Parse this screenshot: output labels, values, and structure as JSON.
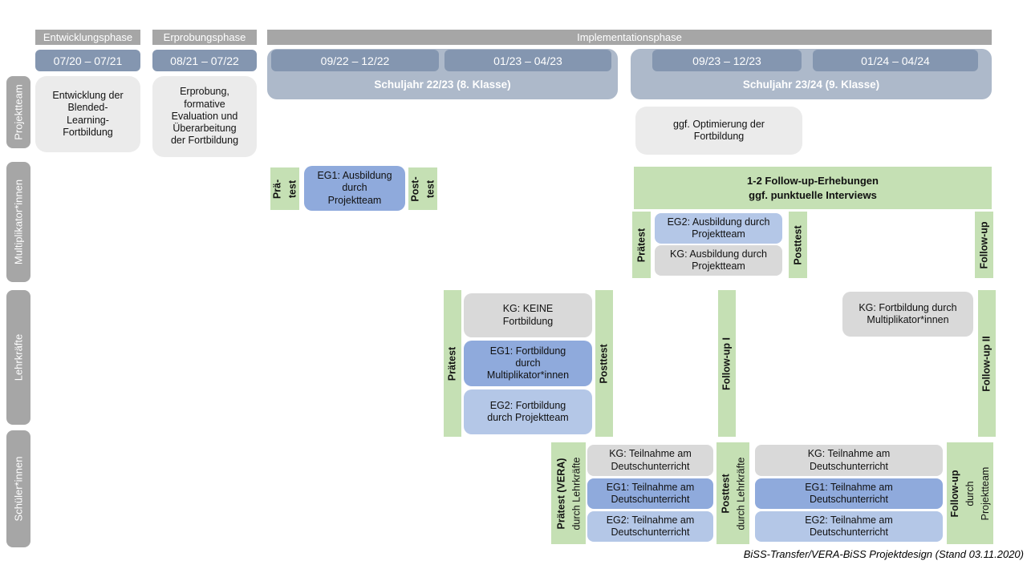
{
  "caption": "BiSS-Transfer/VERA-BiSS Projektdesign (Stand 03.11.2020)",
  "colors": {
    "phase_header": "#a6a6a6",
    "date_box": "#8496b0",
    "schuljahr_band": "#adb9ca",
    "lane_bar": "#a6a6a6",
    "light_gray_box": "#ebebeb",
    "kg_gray_box": "#d9d9d9",
    "eg1_blue": "#8faadc",
    "eg2_light_blue": "#b4c7e7",
    "green": "#c5e0b4"
  },
  "phases": {
    "entwicklung": "Entwicklungsphase",
    "erprobung": "Erprobungsphase",
    "implementation": "Implementationsphase"
  },
  "dates": {
    "entwicklung": "07/20 – 07/21",
    "erprobung": "08/21 – 07/22",
    "impl1": "09/22 – 12/22",
    "impl2": "01/23 – 04/23",
    "impl3": "09/23 – 12/23",
    "impl4": "01/24 – 04/24"
  },
  "schuljahre": {
    "sj2223": "Schuljahr 22/23 (8. Klasse)",
    "sj2324": "Schuljahr 23/24 (9. Klasse)"
  },
  "lanes": {
    "projektteam": "Projektteam",
    "multiplikatoren": "Multiplikator*innen",
    "lehrkraefte": "Lehrkräfte",
    "schueler": "Schüler*innen"
  },
  "projektteam": {
    "entwicklung_box": "Entwicklung der\nBlended-\nLearning-\nFortbildung",
    "erprobung_box": "Erprobung,\nformative\nEvaluation und\nÜberarbeitung\nder Fortbildung",
    "optimierung_box": "ggf. Optimierung der\nFortbildung"
  },
  "multiplikatoren": {
    "praetest1": {
      "l1": "Prä-",
      "l2": "test"
    },
    "eg1": "EG1: Ausbildung\ndurch\nProjektteam",
    "posttest1": {
      "l1": "Post-",
      "l2": "test"
    },
    "followup_box": "1-2 Follow-up-Erhebungen\nggf. punktuelle Interviews",
    "praetest2": "Prätest",
    "eg2": "EG2: Ausbildung durch\nProjektteam",
    "kg": "KG: Ausbildung durch\nProjektteam",
    "posttest2": "Posttest",
    "followup_bar": "Follow-up"
  },
  "lehrkraefte": {
    "praetest": "Prätest",
    "kg": "KG: KEINE\nFortbildung",
    "eg1": "EG1: Fortbildung\ndurch\nMultiplikator*innen",
    "eg2": "EG2: Fortbildung\ndurch Projektteam",
    "posttest": "Posttest",
    "followup1": "Follow-up I",
    "kg2": "KG: Fortbildung durch\nMultiplikator*innen",
    "followup2": "Follow-up II"
  },
  "schueler": {
    "praetest": {
      "l1": "Prätest (VERA)",
      "l2": "durch Lehrkräfte"
    },
    "block1": {
      "kg": "KG: Teilnahme am\nDeutschunterricht",
      "eg1": "EG1: Teilnahme am\nDeutschunterricht",
      "eg2": "EG2: Teilnahme am\nDeutschunterricht"
    },
    "posttest": {
      "l1": "Posttest",
      "l2": "durch Lehrkräfte"
    },
    "block2": {
      "kg": "KG: Teilnahme am\nDeutschunterricht",
      "eg1": "EG1: Teilnahme am\nDeutschunterricht",
      "eg2": "EG2: Teilnahme am\nDeutschunterricht"
    },
    "followup": {
      "l1": "Follow-up",
      "l2": "durch",
      "l3": "Projektteam"
    }
  }
}
